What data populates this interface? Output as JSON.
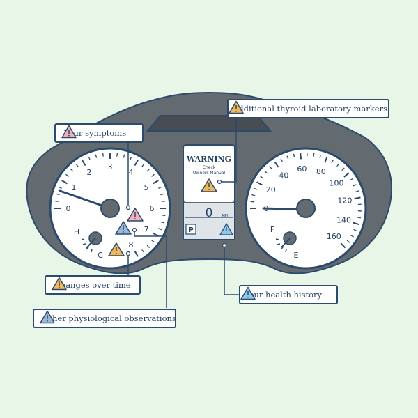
{
  "callouts": {
    "symptoms": "Your symptoms",
    "thyroid_markers": "Additional thyroid laboratory markers",
    "changes": "Changes over time",
    "physiological": "Other physiological observations",
    "history": "Your health history"
  },
  "warning_panel": {
    "title": "WARNING",
    "line1": "Check",
    "line2": "Owners Manual",
    "speed_value": "0",
    "speed_unit": "MPH",
    "park_label": "P"
  },
  "tach": {
    "numbers": [
      "0",
      "1",
      "2",
      "3",
      "4",
      "5",
      "6",
      "7",
      "8"
    ],
    "temp_high": "H",
    "temp_low": "C"
  },
  "speedo": {
    "numbers": [
      "0",
      "20",
      "40",
      "60",
      "80",
      "100",
      "120",
      "140",
      "160"
    ],
    "fuel_full": "F",
    "fuel_empty": "E"
  },
  "colors": {
    "background": "#e8f6e7",
    "dash": "#636a70",
    "outline": "#2c4a6b",
    "warn_red": "#f2b0b8",
    "warn_yellow": "#f0b75a",
    "warn_blue": "#8fc8ec",
    "warn_gray": "#9ab8d8"
  },
  "icons": [
    "warning-triangle-icon"
  ]
}
